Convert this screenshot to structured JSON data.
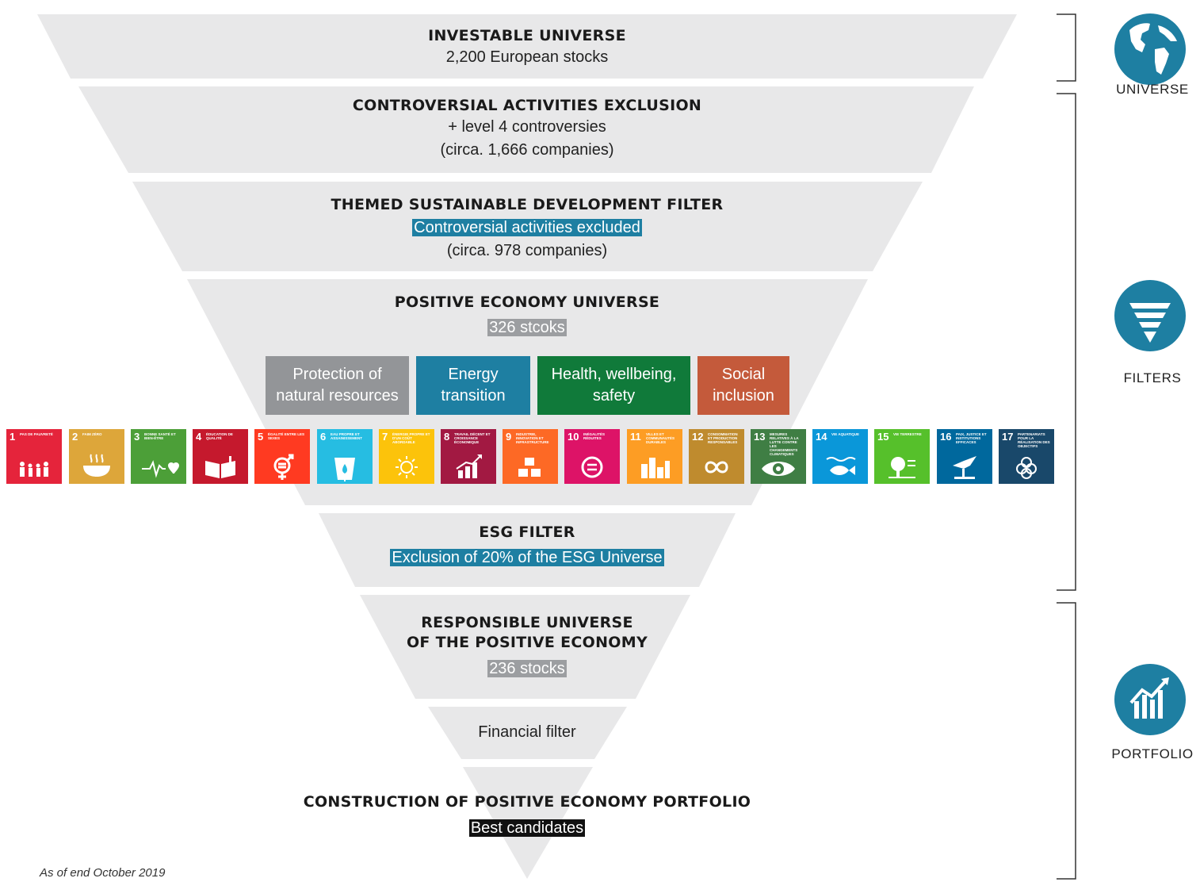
{
  "colors": {
    "funnel": "#e8e8e9",
    "teal": "#1e7fa2",
    "dark": "#1a1a1a"
  },
  "layers": [
    {
      "title": "INVESTABLE UNIVERSE",
      "subtitle": "2,200 European stocks"
    },
    {
      "title": "CONTROVERSIAL ACTIVITIES EXCLUSION",
      "line1": "+ level 4 controversies",
      "line2": "(circa. 1,666 companies)"
    },
    {
      "title": "THEMED SUSTAINABLE DEVELOPMENT FILTER",
      "highlight": "Controversial activities excluded",
      "line2": "(circa. 978 companies)"
    },
    {
      "title": "POSITIVE ECONOMY UNIVERSE",
      "highlight": "326 stcoks"
    },
    {
      "title": "ESG FILTER",
      "highlight": "Exclusion of 20% of the ESG Universe"
    },
    {
      "title_line1": "RESPONSIBLE UNIVERSE",
      "title_line2": "OF THE POSITIVE ECONOMY",
      "highlight": "236 stocks"
    },
    {
      "text": "Financial filter"
    },
    {
      "title": "CONSTRUCTION OF POSITIVE ECONOMY PORTFOLIO",
      "highlight": "Best candidates"
    }
  ],
  "themes": [
    {
      "line1": "Protection of",
      "line2": "natural resources",
      "color": "#939598"
    },
    {
      "line1": "Energy",
      "line2": "transition",
      "color": "#1e7fa2"
    },
    {
      "line1": "Health, wellbeing,",
      "line2": "safety",
      "color": "#107a3a"
    },
    {
      "line1": "Social",
      "line2": "inclusion",
      "color": "#c45a3b"
    }
  ],
  "sdgs": [
    {
      "num": "1",
      "label": "Pas de pauvreté",
      "color": "#e5243b",
      "icon": "family-icon"
    },
    {
      "num": "2",
      "label": "Faim zéro",
      "color": "#dda63a",
      "icon": "bowl-icon"
    },
    {
      "num": "3",
      "label": "Bonne santé et bien-être",
      "color": "#4c9f38",
      "icon": "heartbeat-icon"
    },
    {
      "num": "4",
      "label": "Éducation de qualité",
      "color": "#c5192d",
      "icon": "book-icon"
    },
    {
      "num": "5",
      "label": "Égalité entre les sexes",
      "color": "#ff3a21",
      "icon": "gender-icon"
    },
    {
      "num": "6",
      "label": "Eau propre et assainissement",
      "color": "#26bde2",
      "icon": "water-icon"
    },
    {
      "num": "7",
      "label": "Énergie propre et d'un coût abordable",
      "color": "#fcc30b",
      "icon": "sun-icon"
    },
    {
      "num": "8",
      "label": "Travail décent et croissance économique",
      "color": "#a21942",
      "icon": "growth-icon"
    },
    {
      "num": "9",
      "label": "Industrie, innovation et infrastructure",
      "color": "#fd6925",
      "icon": "cubes-icon"
    },
    {
      "num": "10",
      "label": "Inégalités réduites",
      "color": "#dd1367",
      "icon": "equal-icon"
    },
    {
      "num": "11",
      "label": "Villes et communautés durables",
      "color": "#fd9d24",
      "icon": "city-icon"
    },
    {
      "num": "12",
      "label": "Consommation et production responsables",
      "color": "#bf8b2e",
      "icon": "infinity-icon"
    },
    {
      "num": "13",
      "label": "Mesures relatives à la lutte contre les changements climatiques",
      "color": "#3f7e44",
      "icon": "eye-icon"
    },
    {
      "num": "14",
      "label": "Vie aquatique",
      "color": "#0a97d9",
      "icon": "fish-icon"
    },
    {
      "num": "15",
      "label": "Vie terrestre",
      "color": "#56c02b",
      "icon": "tree-icon"
    },
    {
      "num": "16",
      "label": "Paix, justice et institutions efficaces",
      "color": "#00689d",
      "icon": "dove-icon"
    },
    {
      "num": "17",
      "label": "Partenariats pour la réalisation des objectifs",
      "color": "#19486a",
      "icon": "rings-icon"
    }
  ],
  "categories": [
    {
      "label": "UNIVERSE",
      "icon": "globe-icon"
    },
    {
      "label": "FILTERS",
      "icon": "funnel-icon"
    },
    {
      "label": "PORTFOLIO",
      "icon": "chart-icon"
    }
  ],
  "footnote": "As of end October 2019"
}
